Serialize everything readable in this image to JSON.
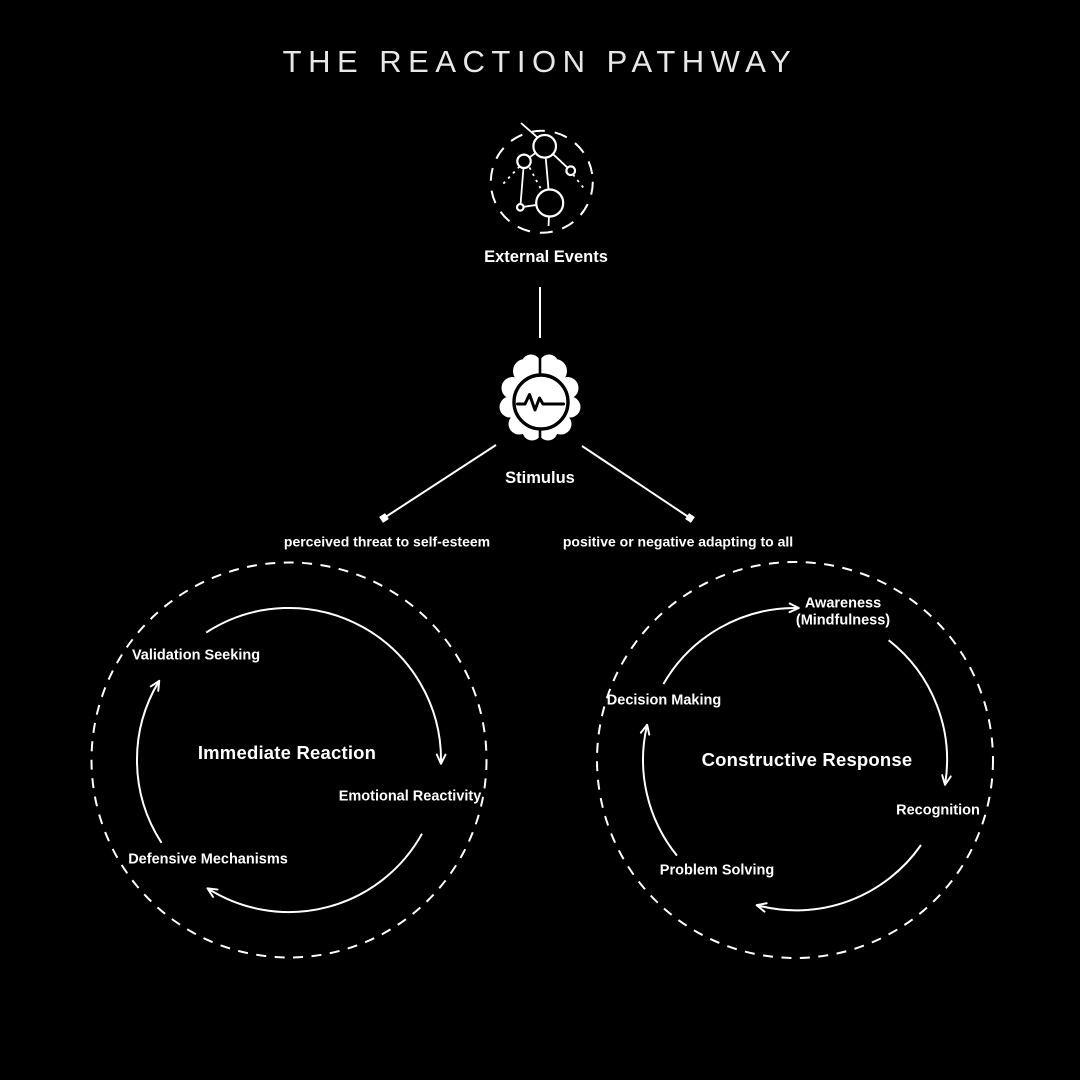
{
  "title": "THE REACTION PATHWAY",
  "colors": {
    "background": "#000000",
    "line": "#ffffff",
    "text": "#ffffff",
    "title_text": "#e8e8e8"
  },
  "flow": {
    "source": {
      "label": "External Events",
      "icon": "network-icon"
    },
    "processor": {
      "label": "Stimulus",
      "icon": "brain-icon"
    },
    "branches": {
      "left": "perceived threat to self-esteem",
      "right": "positive or negative adapting to all"
    }
  },
  "cycles": {
    "left": {
      "title": "Immediate Reaction",
      "items": [
        "Validation Seeking",
        "Emotional Reactivity",
        "Defensive Mechanisms"
      ]
    },
    "right": {
      "title": "Constructive Response",
      "items": [
        "Awareness (Mindfulness)",
        "Recognition",
        "Problem Solving",
        "Decision Making"
      ]
    }
  }
}
